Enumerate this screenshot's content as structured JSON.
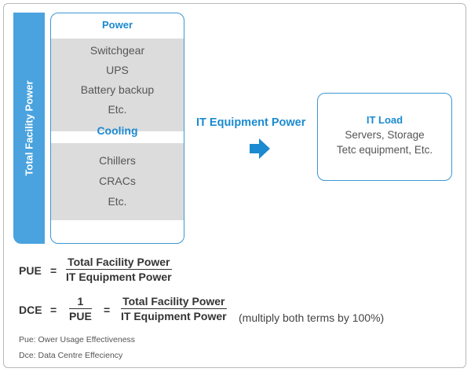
{
  "sidebar": {
    "label": "Total Facility Power"
  },
  "power": {
    "title": "Power",
    "items": [
      "Switchgear",
      "UPS",
      "Battery backup",
      "Etc."
    ]
  },
  "cooling": {
    "title": "Cooling",
    "items": [
      "Chillers",
      "CRACs",
      "Etc."
    ]
  },
  "flow": {
    "label": "IT Equipment Power",
    "arrow_icon": "right-arrow-icon"
  },
  "it_load": {
    "title": "IT Load",
    "lines": [
      "Servers, Storage",
      "Tetc equipment, Etc."
    ]
  },
  "formulas": {
    "pue": {
      "lhs": "PUE",
      "eq": "=",
      "numerator": "Total Facility Power",
      "denominator": "IT Equipment Power"
    },
    "dce": {
      "lhs": "DCE",
      "eq1": "=",
      "frac1_num": "1",
      "frac1_den": "PUE",
      "eq2": "=",
      "numerator": "Total Facility Power",
      "denominator": "IT Equipment Power",
      "suffix": "(multiply both terms by 100%)"
    }
  },
  "notes": [
    "Pue: Ower Usage Effectiveness",
    "Dce: Data Centre Effeciency"
  ],
  "colors": {
    "accent": "#1b8ad0",
    "sidebar": "#4aa3de",
    "gray_block": "#dcdcdc",
    "border": "#3c97d3"
  }
}
